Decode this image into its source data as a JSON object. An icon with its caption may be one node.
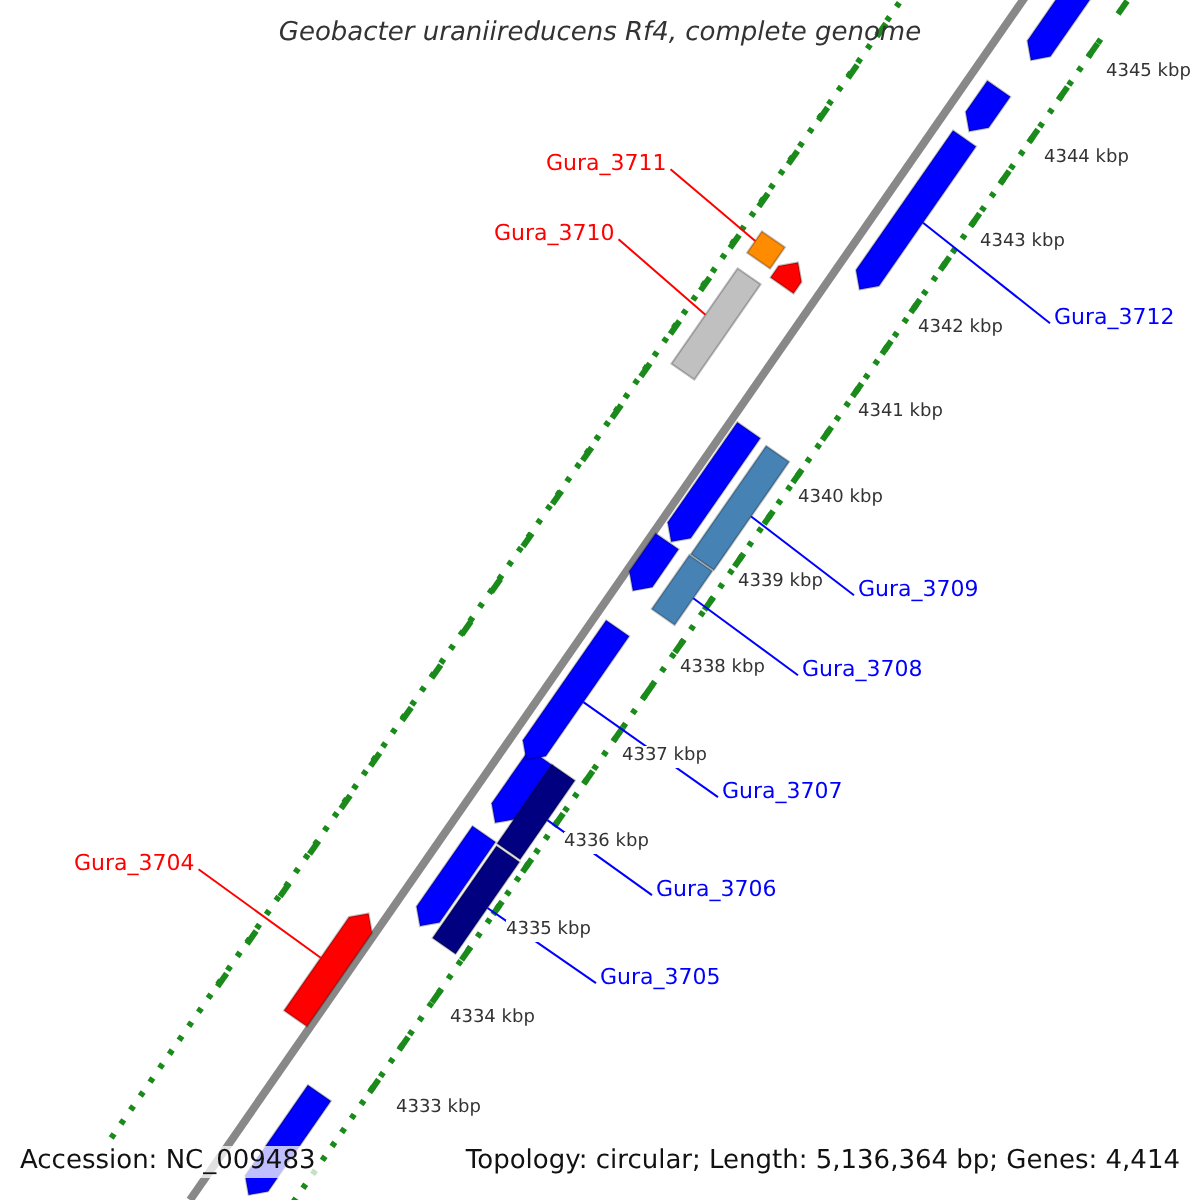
{
  "diagram": {
    "title": "Geobacter uraniireducens Rf4, complete genome",
    "nodes": [
      {
        "text": [
          "Gura_3711"
        ]
      },
      {
        "text": [],
        "shape": "box"
      },
      {
        "text": [
          "Gura_3710"
        ]
      },
      {
        "text": [],
        "shape": "box"
      },
      {
        "text": [
          "Gura_3712"
        ]
      },
      {
        "text": [],
        "shape": "arrow"
      },
      {
        "text": [
          "Gura_3709"
        ]
      },
      {
        "text": [],
        "shape": "box"
      },
      {
        "text": [
          "Gura_3708"
        ]
      },
      {
        "text": [],
        "shape": "box"
      },
      {
        "text": [
          "Gura_3707"
        ]
      },
      {
        "text": [],
        "shape": "arrow"
      },
      {
        "text": [
          "Gura_3704"
        ]
      },
      {
        "text": [],
        "shape": "arrow"
      },
      {
        "text": [
          "Gura_3706"
        ]
      },
      {
        "text": [],
        "shape": "box"
      },
      {
        "text": [
          "Gura_3705"
        ]
      },
      {
        "text": [],
        "shape": "box"
      }
    ],
    "edges": [
      {
        "from": 0,
        "to": 1,
        "arrow": "none",
        "color": "#ff0000"
      },
      {
        "from": 2,
        "to": 3,
        "arrow": "none",
        "color": "#ff0000"
      },
      {
        "from": 4,
        "to": 5,
        "arrow": "none"
      },
      {
        "from": 6,
        "to": 7,
        "arrow": "none"
      },
      {
        "from": 8,
        "to": 9,
        "arrow": "none"
      },
      {
        "from": 10,
        "to": 11,
        "arrow": "none"
      },
      {
        "from": 12,
        "to": 13,
        "arrow": "none",
        "color": "#ff0000"
      },
      {
        "from": 14,
        "to": 15,
        "arrow": "none"
      },
      {
        "from": 16,
        "to": 17,
        "arrow": "none"
      }
    ],
    "labels": [
      "4345 kbp",
      "4344 kbp",
      "4343 kbp",
      "4342 kbp",
      "4341 kbp",
      "4340 kbp",
      "4339 kbp",
      "4338 kbp",
      "4337 kbp",
      "4336 kbp",
      "4335 kbp",
      "4334 kbp",
      "4333 kbp",
      "Accession: NC_009483",
      "Topology: circular; Length: 5,136,364 bp; Genes: 4,414"
    ]
  }
}
